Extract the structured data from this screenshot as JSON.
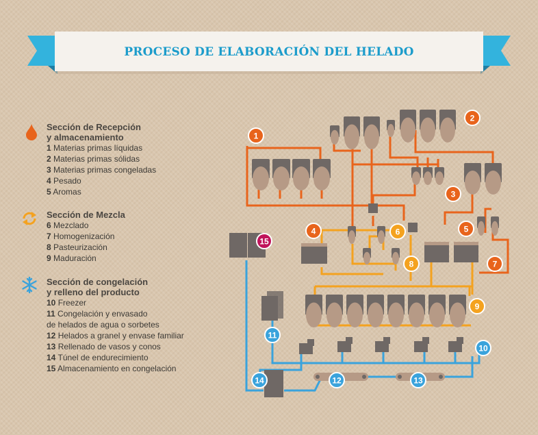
{
  "title": "PROCESO DE ELABORACIÓN DEL HELADO",
  "colors": {
    "reception": "#e8641c",
    "mixing": "#f4a21f",
    "freezing": "#3aa3dc",
    "storage": "#c0145b",
    "machine": "#6f6865",
    "tank_base": "#b69a86",
    "title": "#1c9ccb",
    "ribbon": "#33b3dd"
  },
  "legend": [
    {
      "icon": "drop-icon",
      "title_lines": [
        "Sección de Recepción",
        "y almacenamiento"
      ],
      "items": [
        {
          "n": "1",
          "text": "Materias primas líquidas"
        },
        {
          "n": "2",
          "text": "Materias primas sólidas"
        },
        {
          "n": "3",
          "text": "Materias primas congeladas"
        },
        {
          "n": "4",
          "text": "Pesado"
        },
        {
          "n": "5",
          "text": "Aromas"
        }
      ]
    },
    {
      "icon": "cycle-arrows-icon",
      "title_lines": [
        "Sección de Mezcla"
      ],
      "items": [
        {
          "n": "6",
          "text": "Mezclado"
        },
        {
          "n": "7",
          "text": "Homogenización"
        },
        {
          "n": "8",
          "text": "Pasteurización"
        },
        {
          "n": "9",
          "text": "Maduración"
        }
      ]
    },
    {
      "icon": "snowflake-icon",
      "title_lines": [
        "Sección de congelación",
        "y relleno del producto"
      ],
      "items": [
        {
          "n": "10",
          "text": "Freezer"
        },
        {
          "n": "11",
          "text": "Congelación y envasado"
        },
        {
          "n": "",
          "text": "de helados de agua o sorbetes"
        },
        {
          "n": "12",
          "text": "Helados a granel y envase familiar"
        },
        {
          "n": "13",
          "text": "Rellenado de vasos y conos"
        },
        {
          "n": "14",
          "text": "Túnel de endurecimiento"
        },
        {
          "n": "15",
          "text": "Almacenamiento en congelación"
        }
      ]
    }
  ],
  "markers": [
    "1",
    "2",
    "3",
    "4",
    "5",
    "6",
    "7",
    "8",
    "9",
    "10",
    "11",
    "12",
    "13",
    "14",
    "15"
  ]
}
